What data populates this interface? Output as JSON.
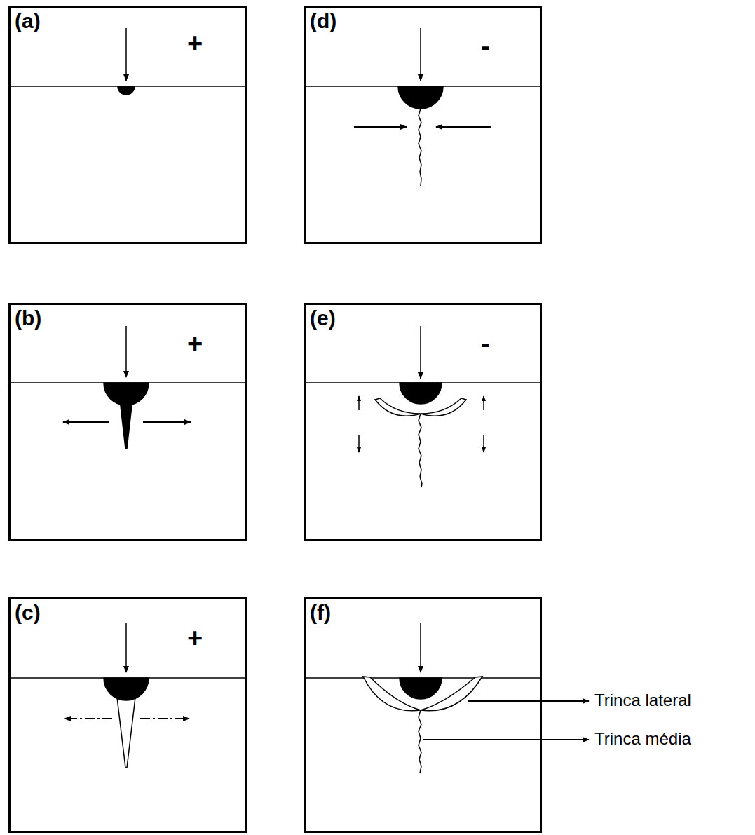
{
  "diagram": {
    "nodes": [
      {
        "text": [
          "(a)",
          "+"
        ]
      },
      {
        "text": [
          "(b)",
          "+"
        ]
      },
      {
        "text": [
          "(c)",
          "+"
        ]
      },
      {
        "text": [
          "(d)",
          "-"
        ]
      },
      {
        "text": [
          "(e)",
          "-"
        ]
      },
      {
        "text": [
          "(f)"
        ]
      }
    ],
    "labels": [
      "Trinca lateral",
      "Trinca média"
    ]
  }
}
